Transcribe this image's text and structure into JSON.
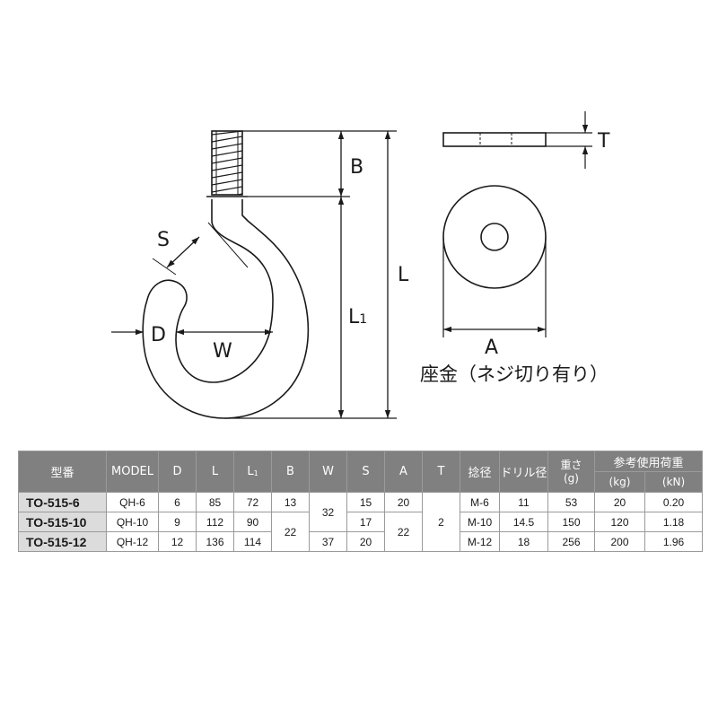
{
  "diagram": {
    "labels": {
      "B": "B",
      "L": "L",
      "L1_main": "L",
      "L1_sub": "1",
      "S": "S",
      "D": "D",
      "W": "W",
      "A": "A",
      "T": "T"
    },
    "washer_caption": "座金（ネジ切り有り）"
  },
  "table": {
    "headers": {
      "model_no": "型番",
      "model": "MODEL",
      "D": "D",
      "L": "L",
      "L1_main": "L",
      "L1_sub": "1",
      "B": "B",
      "W": "W",
      "S": "S",
      "A": "A",
      "T": "T",
      "thread": "捻径",
      "drill": "ドリル径",
      "weight_line1": "重さ",
      "weight_line2": "(g)",
      "ref_load": "参考使用荷重",
      "kg": "(kg)",
      "kN": "(kN)"
    },
    "rows": [
      {
        "name": "TO-515-6",
        "model": "QH-6",
        "D": "6",
        "L": "85",
        "L1": "72",
        "thread": "M-6",
        "drill": "11",
        "weight": "53",
        "kg": "20",
        "kN": "0.20"
      },
      {
        "name": "TO-515-10",
        "model": "QH-10",
        "D": "9",
        "L": "112",
        "L1": "90",
        "thread": "M-10",
        "drill": "14.5",
        "weight": "150",
        "kg": "120",
        "kN": "1.18"
      },
      {
        "name": "TO-515-12",
        "model": "QH-12",
        "D": "12",
        "L": "136",
        "L1": "114",
        "thread": "M-12",
        "drill": "18",
        "weight": "256",
        "kg": "200",
        "kN": "1.96"
      }
    ],
    "merged": {
      "B_row1": "13",
      "B_rows23": "22",
      "W_rows12": "32",
      "W_row3": "37",
      "S_row1": "15",
      "S_row2": "17",
      "S_row3": "20",
      "A_row1": "20",
      "A_rows23": "22",
      "T_all": "2"
    }
  },
  "colors": {
    "header_bg": "#808080",
    "name_cell_bg": "#dcdcdc",
    "line": "#1a1a1a"
  }
}
